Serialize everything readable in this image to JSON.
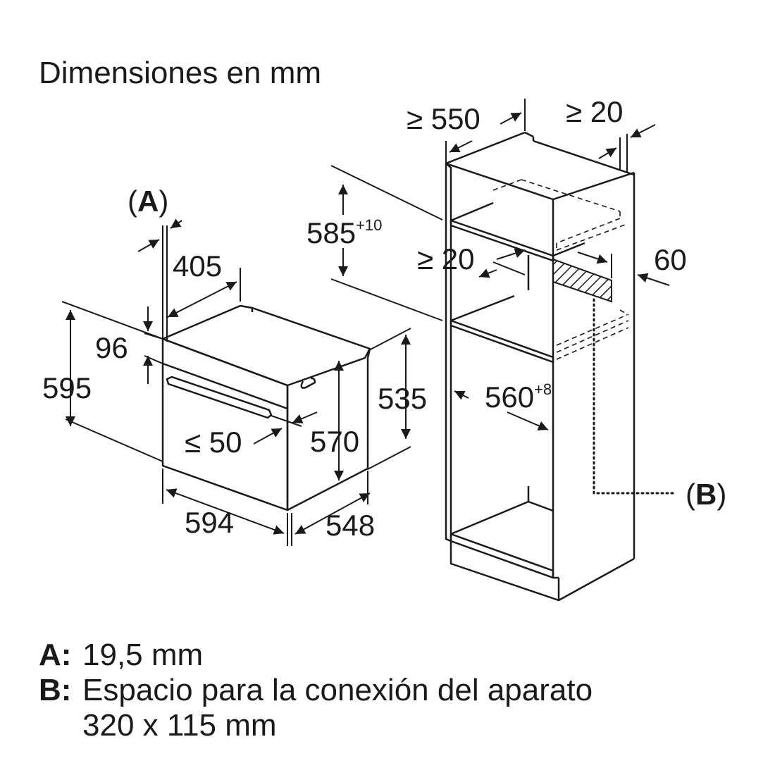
{
  "title": "Dimensiones en mm",
  "oven_dimensions": {
    "a_label_left": "(",
    "a_label_key": "A",
    "a_label_right": ")",
    "depth_405": "405",
    "height_96": "96",
    "height_595": "595",
    "gap_50": "≤ 50",
    "height_570": "570",
    "height_535": "535",
    "width_594": "594",
    "depth_548": "548"
  },
  "cabinet_dimensions": {
    "depth_550": "≥ 550",
    "gap_20_top": "≥ 20",
    "height_585": "585",
    "height_585_tol": "+10",
    "gap_20_mid": "≥ 20",
    "dim_60": "60",
    "width_560": "560",
    "width_560_tol": "+8",
    "b_label_left": "(",
    "b_label_key": "B",
    "b_label_right": ")"
  },
  "legend": [
    {
      "key": "A:",
      "lines": [
        "19,5 mm"
      ]
    },
    {
      "key": "B:",
      "lines": [
        "Espacio para la conexión del aparato",
        "320 x 115 mm"
      ]
    }
  ]
}
